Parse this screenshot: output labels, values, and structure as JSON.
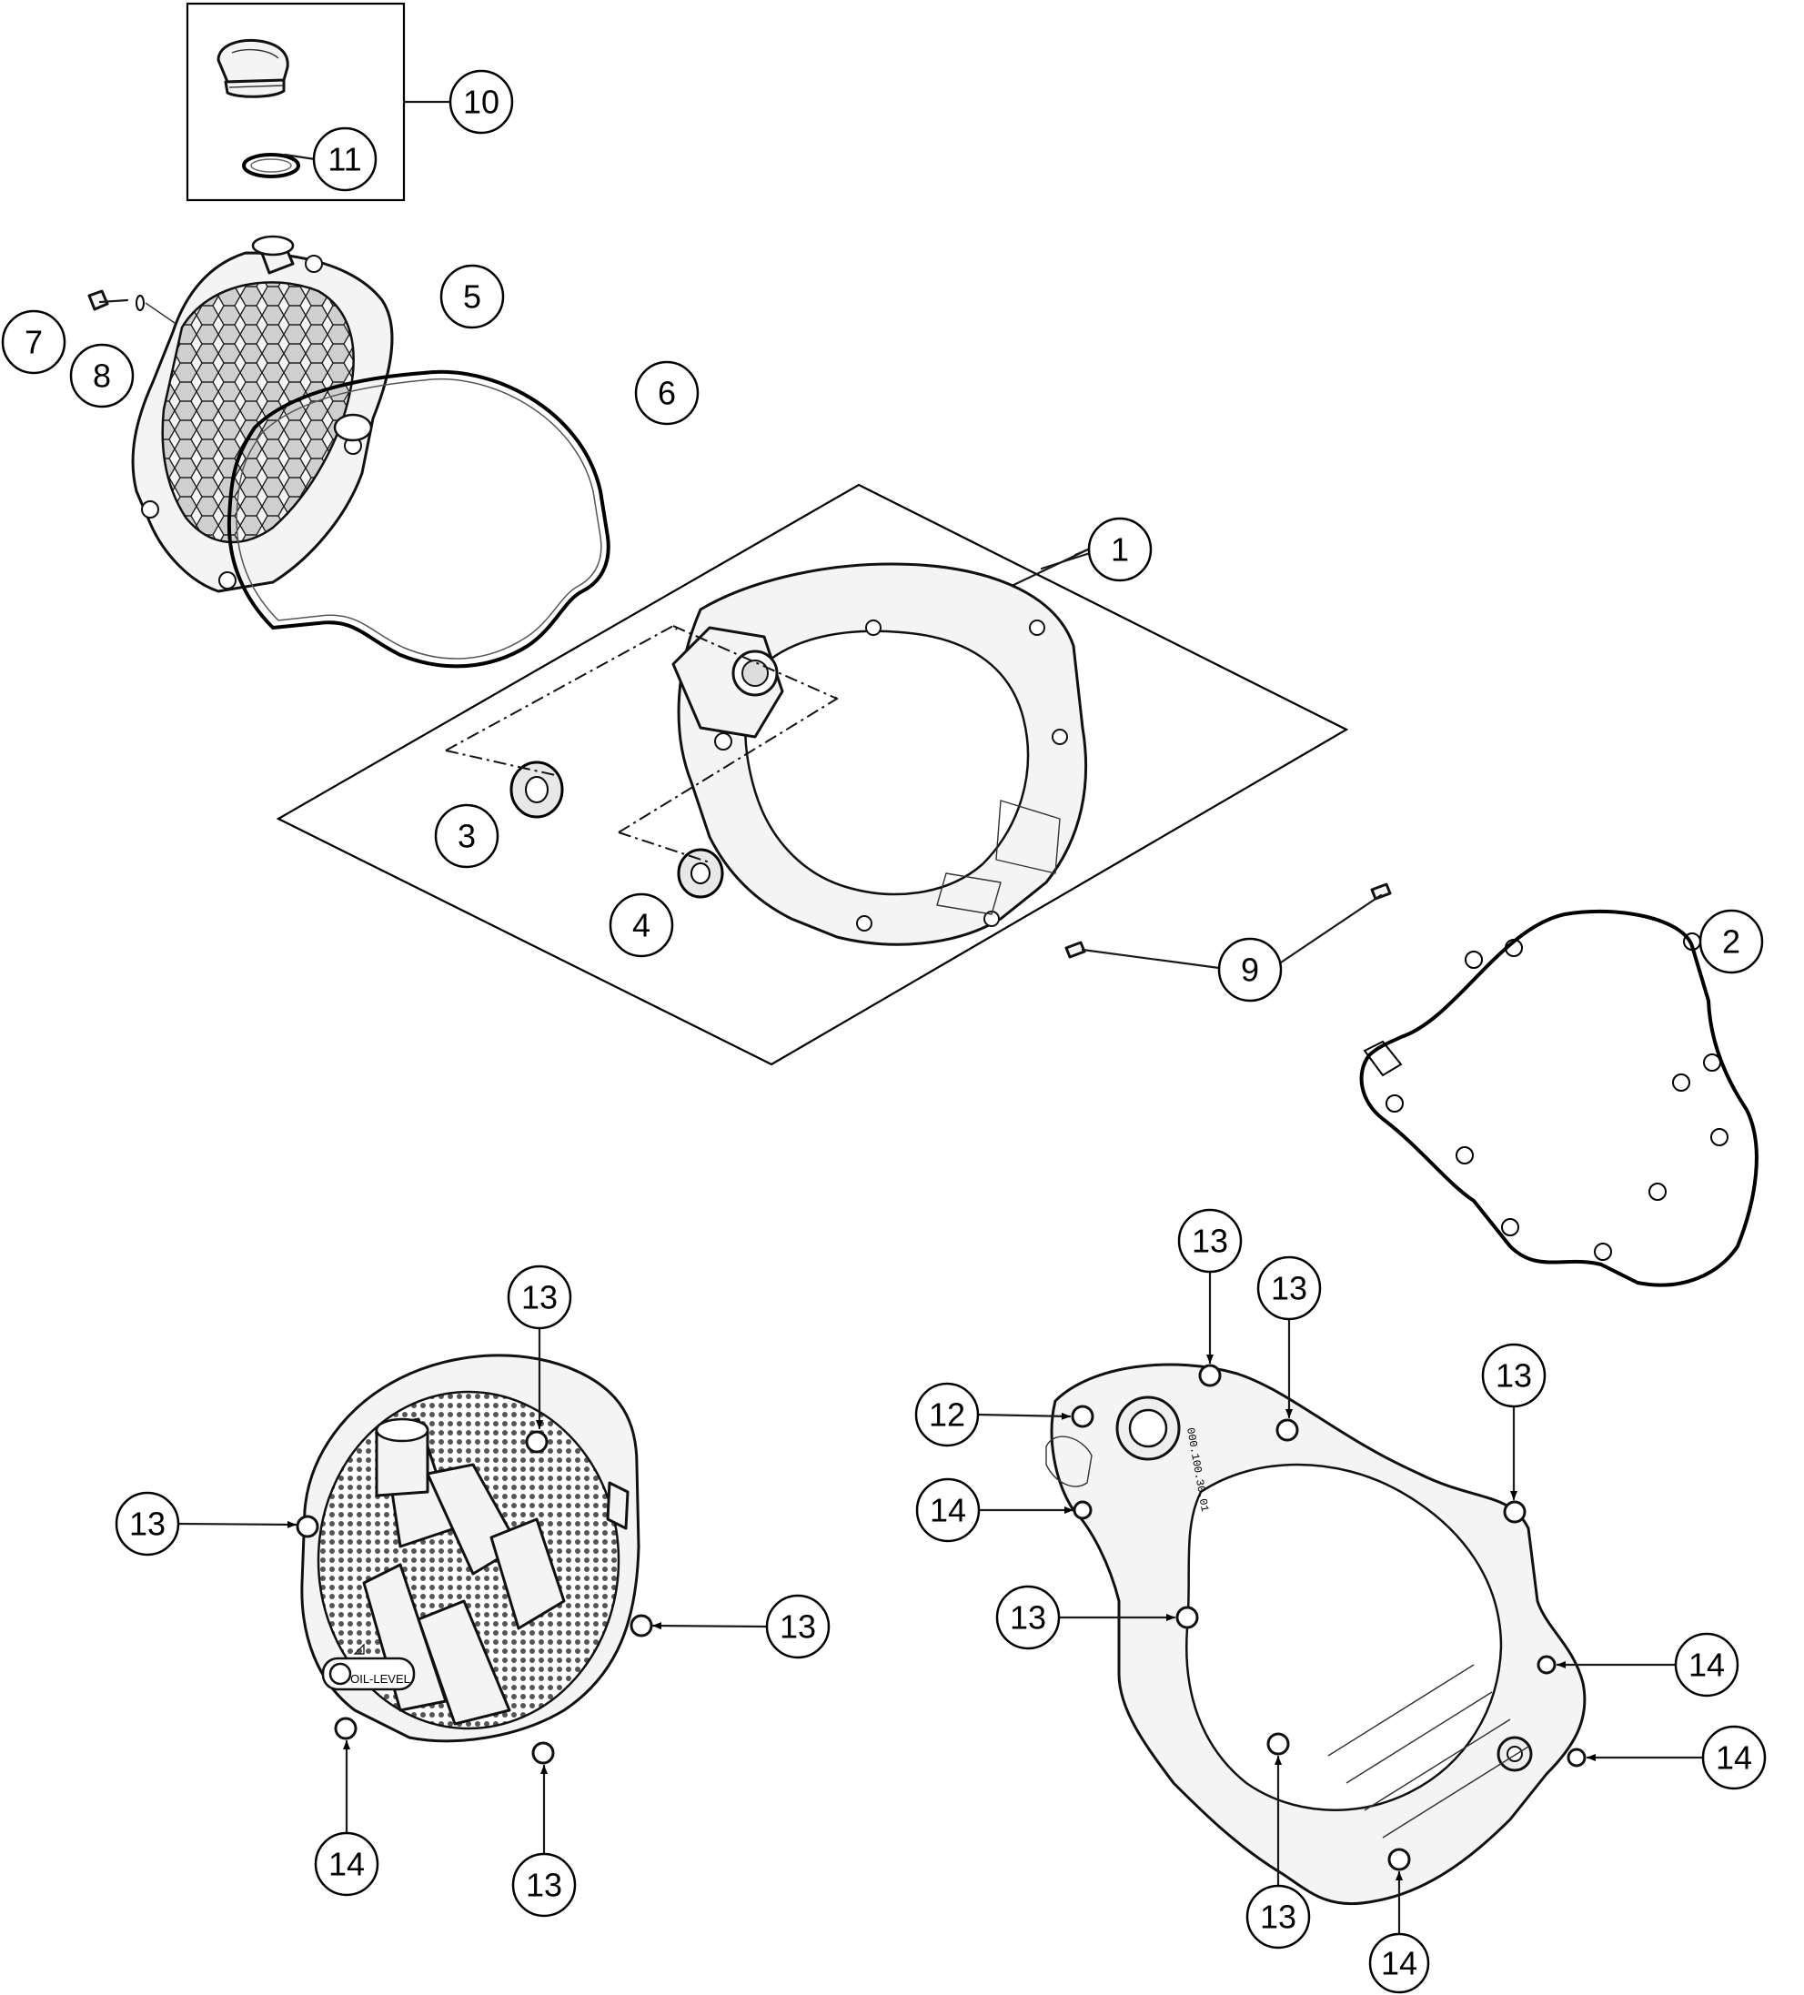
{
  "diagram": {
    "type": "exploded-parts-diagram",
    "callouts": [
      {
        "id": "c10",
        "label": "10"
      },
      {
        "id": "c11",
        "label": "11"
      },
      {
        "id": "c5",
        "label": "5"
      },
      {
        "id": "c7",
        "label": "7"
      },
      {
        "id": "c8",
        "label": "8"
      },
      {
        "id": "c6",
        "label": "6"
      },
      {
        "id": "c1",
        "label": "1"
      },
      {
        "id": "c3",
        "label": "3"
      },
      {
        "id": "c4",
        "label": "4"
      },
      {
        "id": "c9",
        "label": "9"
      },
      {
        "id": "c2",
        "label": "2"
      },
      {
        "id": "c13a",
        "label": "13"
      },
      {
        "id": "c13b",
        "label": "13"
      },
      {
        "id": "c13c",
        "label": "13"
      },
      {
        "id": "c13d",
        "label": "13"
      },
      {
        "id": "c14a",
        "label": "14"
      },
      {
        "id": "c13e",
        "label": "13"
      },
      {
        "id": "c13f",
        "label": "13"
      },
      {
        "id": "c13g",
        "label": "13"
      },
      {
        "id": "c13h",
        "label": "13"
      },
      {
        "id": "c12",
        "label": "12"
      },
      {
        "id": "c14b",
        "label": "14"
      },
      {
        "id": "c13i",
        "label": "13"
      },
      {
        "id": "c14c",
        "label": "14"
      },
      {
        "id": "c14d",
        "label": "14"
      },
      {
        "id": "c13j",
        "label": "13"
      },
      {
        "id": "c14e",
        "label": "14"
      }
    ],
    "part_markings": {
      "oil_level": "OIL-LEVEL",
      "part_code": "000.100.30.01"
    }
  }
}
